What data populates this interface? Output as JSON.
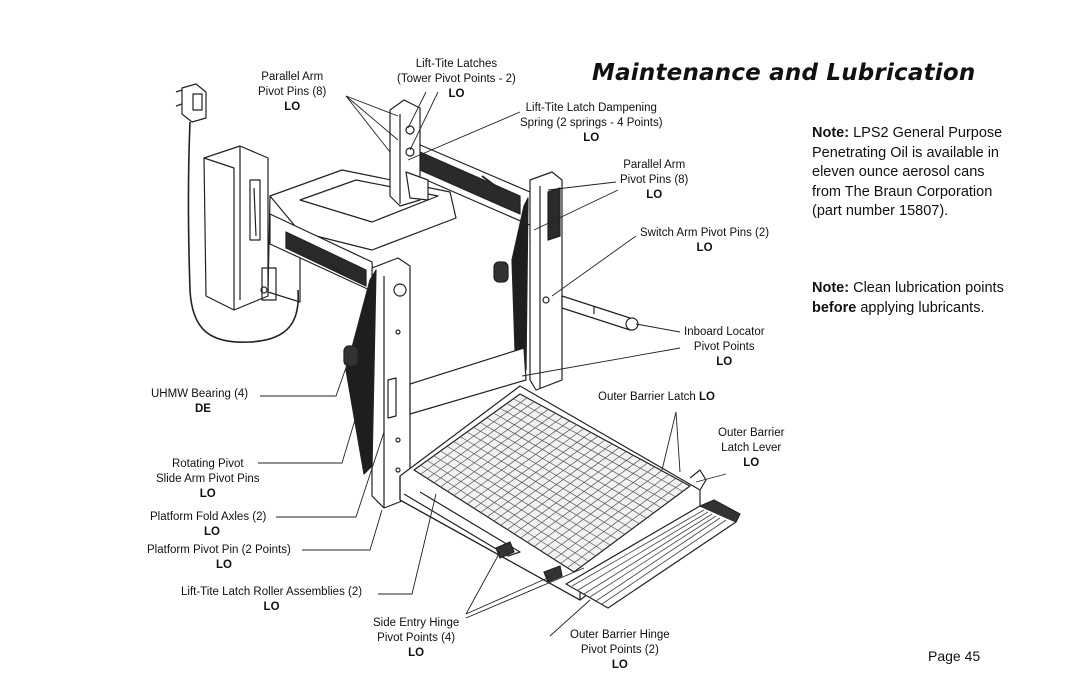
{
  "title": "Maintenance and Lubrication",
  "labels": {
    "tite_latches": {
      "lines": [
        "Lift-Tite Latches",
        "(Tower Pivot Points - 2)"
      ],
      "code": "LO"
    },
    "parallel_arm_left": {
      "lines": [
        "Parallel Arm",
        "Pivot Pins (8)"
      ],
      "code": "LO"
    },
    "latch_dampening": {
      "lines": [
        "Lift-Tite Latch Dampening",
        "Spring (2 springs - 4 Points)"
      ],
      "code": "LO"
    },
    "parallel_arm_right": {
      "lines": [
        "Parallel Arm",
        "Pivot Pins (8)"
      ],
      "code": "LO"
    },
    "switch_arm": {
      "lines": [
        "Switch Arm Pivot Pins (2)"
      ],
      "code": "LO"
    },
    "inboard_locator": {
      "lines": [
        "Inboard Locator",
        "Pivot Points"
      ],
      "code": "LO"
    },
    "outer_barrier_latch": {
      "lines": [
        "Outer Barrier Latch"
      ],
      "code": "LO"
    },
    "outer_barrier_latch_lever": {
      "lines": [
        "Outer Barrier",
        "Latch Lever"
      ],
      "code": "LO"
    },
    "uhmw_bearing": {
      "lines": [
        "UHMW Bearing (4)"
      ],
      "code": "DE"
    },
    "rotating_pivot": {
      "lines": [
        "Rotating Pivot",
        "Slide Arm Pivot Pins"
      ],
      "code": "LO"
    },
    "platform_fold_axles": {
      "lines": [
        "Platform Fold Axles (2)"
      ],
      "code": "LO"
    },
    "platform_pivot_pin": {
      "lines": [
        "Platform Pivot Pin (2 Points)"
      ],
      "code": "LO"
    },
    "roller_assemblies": {
      "lines": [
        "Lift-Tite Latch Roller Assemblies (2)"
      ],
      "code": "LO"
    },
    "side_entry_hinge": {
      "lines": [
        "Side Entry Hinge",
        "Pivot Points (4)"
      ],
      "code": "LO"
    },
    "outer_barrier_hinge": {
      "lines": [
        "Outer Barrier Hinge",
        "Pivot Points (2)"
      ],
      "code": "LO"
    }
  },
  "notes": [
    {
      "lead": "Note:",
      "before": "LPS2 General Purpose Penetrating Oil is available in eleven ounce aerosol cans from The Braun Corporation (part number 15807).",
      "bold": "",
      "after": ""
    },
    {
      "lead": "Note:",
      "before": "Clean lubrication points",
      "bold": "before",
      "after": "applying lubricants."
    }
  ],
  "page_number": "Page 45"
}
